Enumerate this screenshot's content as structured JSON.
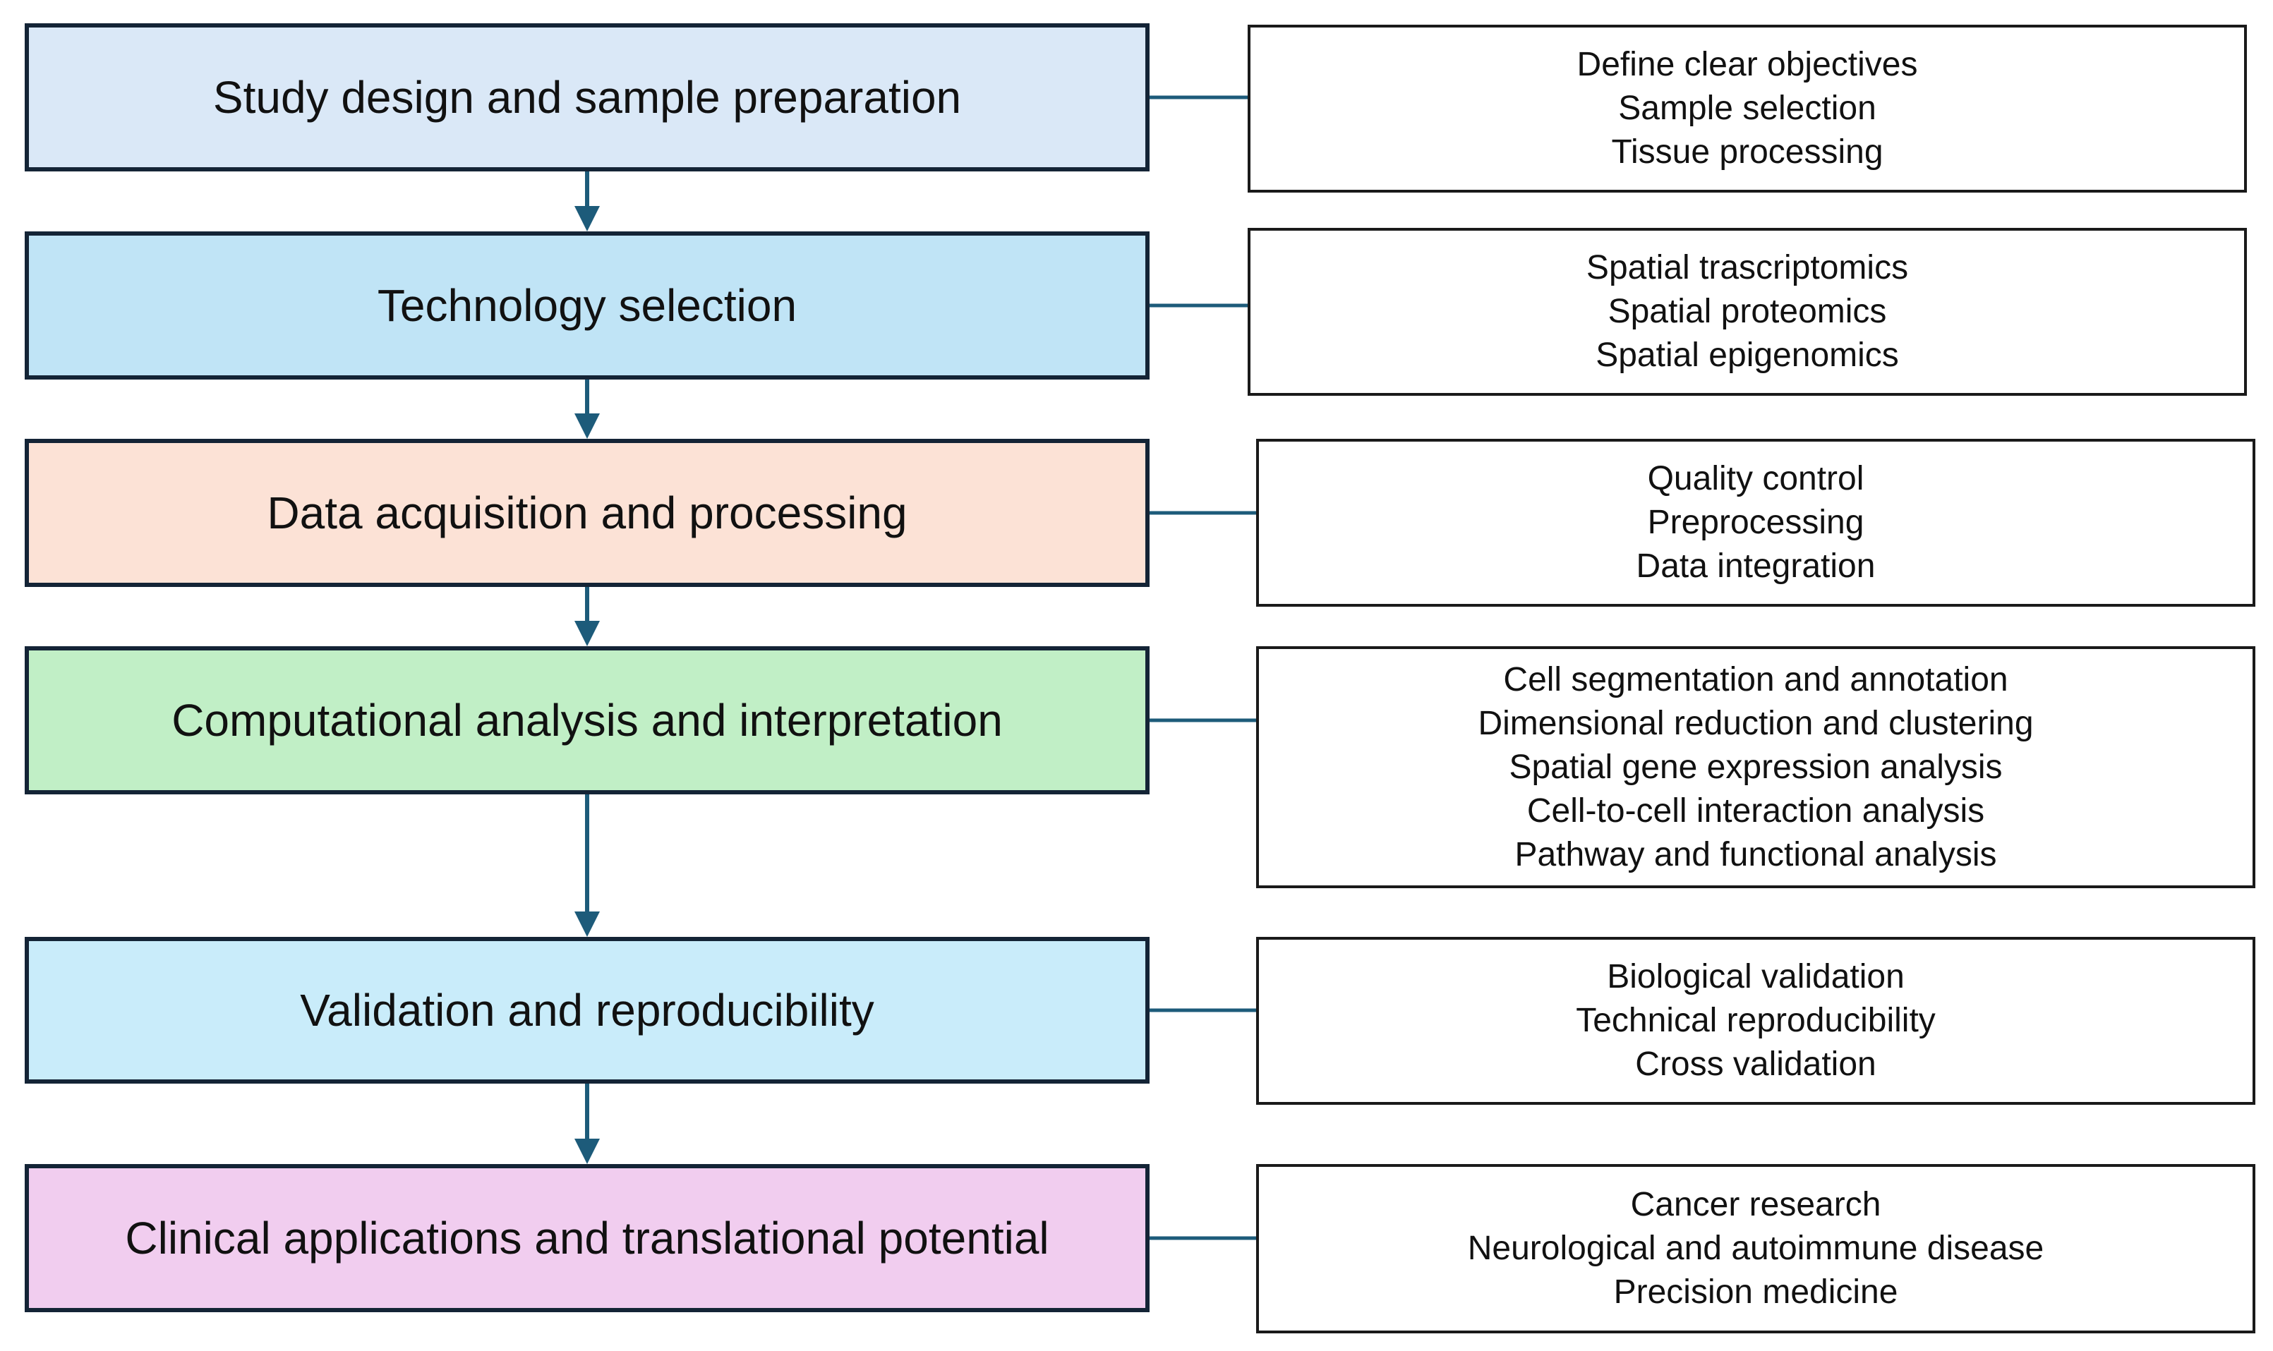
{
  "colors": {
    "connector": "#1d5b7a",
    "border": "#142436"
  },
  "stages": [
    {
      "id": "study-design",
      "label": "Study design and sample preparation",
      "fill": "#dae8f7",
      "details": [
        "Define clear objectives",
        "Sample selection",
        "Tissue processing"
      ]
    },
    {
      "id": "technology-selection",
      "label": "Technology selection",
      "fill": "#c0e4f6",
      "details": [
        "Spatial trascriptomics",
        "Spatial proteomics",
        "Spatial epigenomics"
      ]
    },
    {
      "id": "data-acquisition",
      "label": "Data acquisition and processing",
      "fill": "#fce2d6",
      "details": [
        "Quality control",
        "Preprocessing",
        "Data integration"
      ]
    },
    {
      "id": "computational-analysis",
      "label": "Computational analysis and interpretation",
      "fill": "#c1efc6",
      "details": [
        "Cell segmentation and annotation",
        "Dimensional reduction and clustering",
        "Spatial gene expression analysis",
        "Cell-to-cell interaction analysis",
        "Pathway and functional analysis"
      ]
    },
    {
      "id": "validation",
      "label": "Validation and reproducibility",
      "fill": "#c9ecfa",
      "details": [
        "Biological validation",
        "Technical reproducibility",
        "Cross validation"
      ]
    },
    {
      "id": "clinical-applications",
      "label": "Clinical applications and translational potential",
      "fill": "#f1cdef",
      "details": [
        "Cancer research",
        "Neurological and autoimmune disease",
        "Precision medicine"
      ]
    }
  ]
}
